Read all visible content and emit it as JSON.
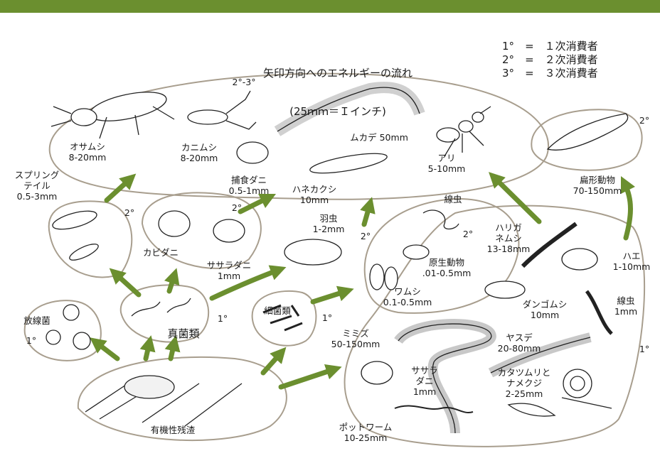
{
  "title": {
    "line1": "矢印方向へのエネルギーの流れ",
    "line2": "(25ｍｍ＝Ｉインチ)"
  },
  "legend": [
    {
      "key": "1°",
      "eq": "=",
      "value": "１次消費者"
    },
    {
      "key": "2°",
      "eq": "=",
      "value": "２次消費者"
    },
    {
      "key": "3°",
      "eq": "=",
      "value": "３次消費者"
    }
  ],
  "organisms": {
    "osamushi": "オサムシ\n8-20mm",
    "kanimushi": "カニムシ\n8-20mm",
    "mukade": "ムカデ 50mm",
    "ari": "アリ\n5-10mm",
    "springtail": "スプリング\nテイル\n0.5-3mm",
    "hoshoku_dani": "捕食ダニ\n0.5-1mm",
    "hanekakushi": "ハネカクシ\n10mm",
    "senchu_upper": "線虫",
    "henkei": "扁形動物\n70-150mm",
    "kabi_dani": "カビダニ",
    "sasara_dani_upper": "ササラダニ\n1mm",
    "hane_mushi": "羽虫\n1-2mm",
    "harigane": "ハリガ\nネムシ\n13-18mm",
    "genshi": "原生動物\n.01-0.5mm",
    "wamushi": "ワムシ\n0.1-0.5mm",
    "dangomushi": "ダンゴムシ\n10mm",
    "hae": "ハエ\n1-10mm",
    "senchu_lower": "線虫\n1mm",
    "hosenkin": "放線菌",
    "shinkin": "真菌類",
    "saikin": "細菌類",
    "mimizu": "ミミズ\n50-150mm",
    "yasude": "ヤスデ\n20-80mm",
    "sasara_dani_lower": "ササラ\nダニ\n1mm",
    "katatsumuri": "カタツムリと\nナメクジ\n2-25mm",
    "potworm": "ポットワーム\n10-25mm",
    "residue": "有機性残渣"
  },
  "levels": {
    "top": "2°-3°",
    "springtail": "2°",
    "predmite": "2°",
    "hanemushi": "2°",
    "nematode": "2°",
    "flatworm": "2°",
    "actino": "1°",
    "fungi": "1°",
    "bacteria": "1°",
    "right": "1°"
  },
  "colors": {
    "arrow": "#6b8f2f",
    "ellipse": "#a89e8e",
    "ink": "#222222",
    "topbar": "#6b8f2f"
  }
}
